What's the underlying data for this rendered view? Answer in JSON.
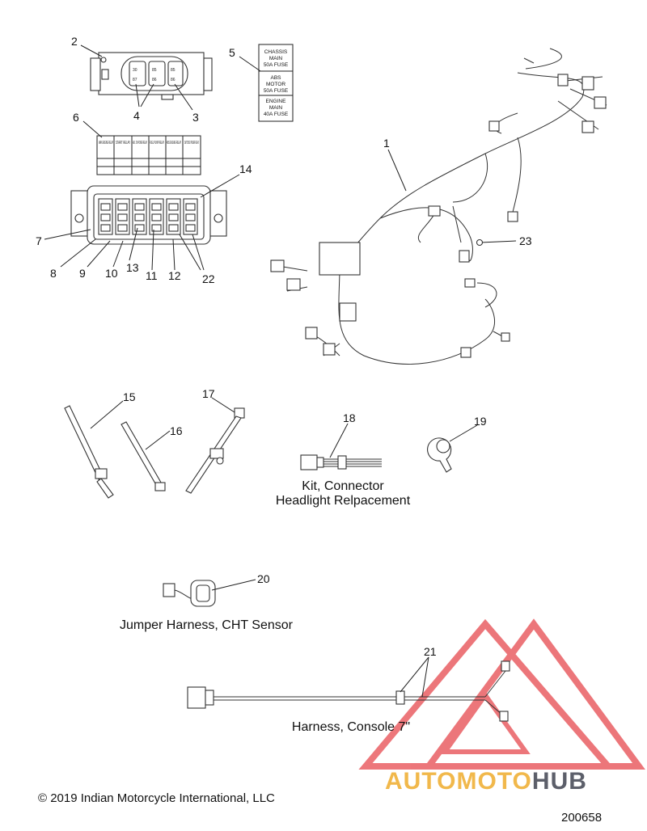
{
  "callouts": {
    "c1": "1",
    "c2": "2",
    "c3": "3",
    "c4": "4",
    "c5": "5",
    "c6": "6",
    "c7": "7",
    "c8": "8",
    "c9": "9",
    "c10": "10",
    "c11": "11",
    "c12": "12",
    "c13": "13",
    "c14": "14",
    "c15": "15",
    "c16": "16",
    "c17": "17",
    "c18": "18",
    "c19": "19",
    "c20": "20",
    "c21": "21",
    "c22": "22",
    "c23": "23"
  },
  "fuse_label": {
    "chassis": [
      "CHASSIS",
      "MAIN",
      "50A FUSE"
    ],
    "abs": [
      "ABS",
      "MOTOR",
      "50A FUSE"
    ],
    "engine": [
      "ENGINE",
      "MAIN",
      "40A FUSE"
    ]
  },
  "relay_label": {
    "columns": [
      "MAIN ENGINE RELAY",
      "START RELAY",
      "AUX. ON POWER RELAY",
      "FUEL PUMP RELAY",
      "ABS ENGINE RELAY",
      "SWITCHED POWER RELAY"
    ]
  },
  "relay_block_pins": {
    "p1": "30",
    "p2": "87",
    "p3": "85",
    "p4": "86"
  },
  "captions": {
    "kit_line1": "Kit, Connector",
    "kit_line2": "Headlight Relpacement",
    "jumper": "Jumper Harness, CHT Sensor",
    "console": "Harness, Console 7\""
  },
  "footer": {
    "copyright": "© 2019 Indian Motorcycle International, LLC",
    "doc_number": "200658"
  },
  "watermark": {
    "part1": "AUTOMOTO",
    "part2": "HUB"
  },
  "colors": {
    "watermark_red": "#e8555a",
    "watermark_gold": "#f1b84b",
    "watermark_gray": "#5c5f6a"
  }
}
